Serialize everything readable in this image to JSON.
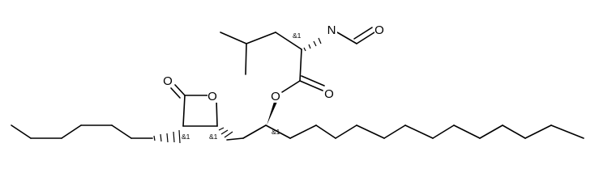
{
  "atoms": {
    "ketone_o": "O",
    "ring_o": "O",
    "ester_ether_o": "O",
    "ester_carbonyl_o": "O",
    "amide_n": "N",
    "formyl_o": "O"
  },
  "stereo_labels": {
    "lactone_c3": "&1",
    "lactone_c4": "&1",
    "chain_c": "&1",
    "leucine_ca": "&1"
  },
  "colors": {
    "bond": "#000000",
    "background": "#ffffff"
  }
}
